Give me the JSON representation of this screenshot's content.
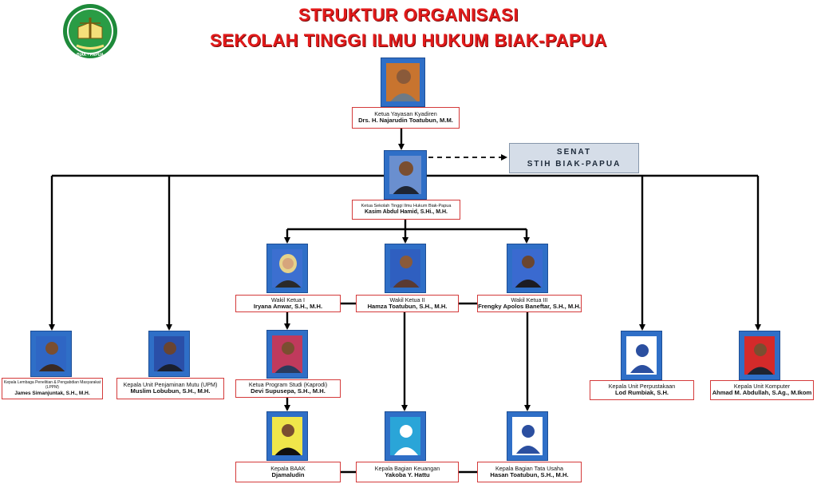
{
  "title": {
    "line1": "STRUKTUR ORGANISASI",
    "line2": "SEKOLAH TINGGI ILMU HUKUM BIAK-PAPUA"
  },
  "logo": {
    "icon": "institution-seal-icon",
    "text": "BIAK - PAPUA"
  },
  "senat": {
    "line1": "SENAT",
    "line2": "STIH BIAK-PAPUA"
  },
  "colors": {
    "title": "#e21b1b",
    "photo_frame": "#2f6fc7",
    "box_border": "#d43a3a",
    "senat_fill": "#d5dde8"
  },
  "people": {
    "yayasan": {
      "position": "Ketua Yayasan Kyadiren",
      "name": "Drs. H. Najarudin Toatubun, M.M."
    },
    "ketua": {
      "position": "Ketua Sekolah Tinggi Ilmu Hukum Biak-Papua",
      "name": "Kasim Abdul Hamid, S.Hi., M.H."
    },
    "wakil1": {
      "position": "Wakil Ketua I",
      "name": "Iryana Anwar, S.H., M.H."
    },
    "wakil2": {
      "position": "Wakil Ketua II",
      "name": "Hamza Toatubun, S.H., M.H."
    },
    "wakil3": {
      "position": "Wakil Ketua III",
      "name": "Frengky Apolos Baneftar, S.H., M.H."
    },
    "lppm": {
      "position": "Kepala Lembaga Penelitian & Pengabdian Masyarakat (LPPM)",
      "name": "James Simanjuntak, S.H., M.H."
    },
    "upm": {
      "position": "Kepala Unit Penjaminan Mutu (UPM)",
      "name": "Muslim Lobubun, S.H., M.H."
    },
    "kaprodi": {
      "position": "Ketua Program Studi (Kaprodi)",
      "name": "Devi Supusepa, S.H., M.H."
    },
    "perpus": {
      "position": "Kepala Unit Perpustakaan",
      "name": "Lod Rumbiak, S.H."
    },
    "komputer": {
      "position": "Kepala Unit Komputer",
      "name": "Ahmad M. Abdullah, S.Ag., M.Ikom"
    },
    "baak": {
      "position": "Kepala BAAK",
      "name": "Djamaludin"
    },
    "keuangan": {
      "position": "Kepala Bagian Keuangan",
      "name": "Yakoba Y. Hattu"
    },
    "tatausaha": {
      "position": "Kepala Bagian Tata Usaha",
      "name": "Hasan Toatubun, S.H., M.H."
    }
  }
}
